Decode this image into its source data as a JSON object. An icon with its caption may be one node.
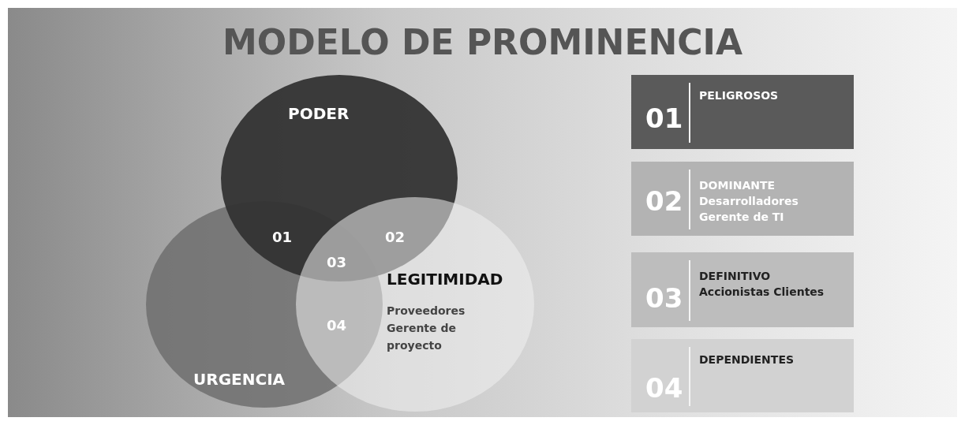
{
  "diagram": {
    "title": "MODELO DE PROMINENCIA",
    "nodes": [
      {
        "text": [
          "PODER"
        ]
      },
      {
        "text": [
          "URGENCIA"
        ]
      },
      {
        "text": [
          "LEGITIMIDAD",
          "Proveedores Gerente de proyecto"
        ]
      },
      {
        "text": [
          "01",
          "PELIGROSOS"
        ]
      },
      {
        "text": [
          "02",
          "DOMINANTE",
          "Desarrolladores Gerente de TI"
        ]
      },
      {
        "text": [
          "03",
          "DEFINITIVO",
          "Accionistas Clientes"
        ]
      },
      {
        "text": [
          "04",
          "DEPENDIENTES"
        ]
      }
    ],
    "edges": [],
    "labels": [
      "01",
      "02",
      "03",
      "04"
    ]
  }
}
